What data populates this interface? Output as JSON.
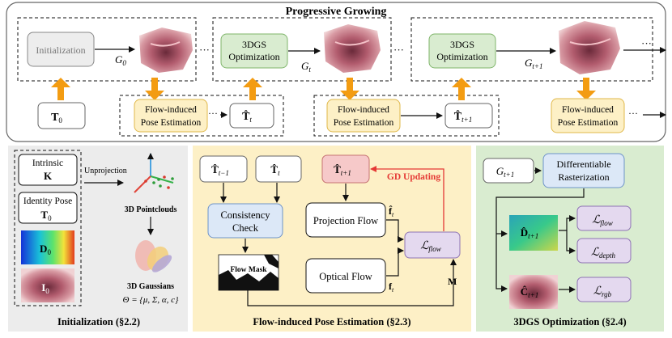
{
  "top": {
    "title": "Progressive Growing",
    "init_label": "Initialization",
    "opt_label_line1": "3DGS",
    "opt_label_line2": "Optimization",
    "flow_line1": "Flow-induced",
    "flow_line2": "Pose Estimation",
    "g0": "G",
    "g0_sub": "0",
    "gt": "G",
    "gt_sub": "t",
    "gt1": "G",
    "gt1_sub": "t+1",
    "t0": "T",
    "t0_sub": "0",
    "tt_hat": "T̂",
    "tt_sub": "t",
    "tt1_hat": "T̂",
    "tt1_sub": "t+1",
    "dots": "···"
  },
  "panels": {
    "init": {
      "caption": "Initialization (§2.2)",
      "intrinsic": "Intrinsic",
      "k": "K",
      "identity": "Identity Pose",
      "t0": "T",
      "t0_sub": "0",
      "d0": "D",
      "d0_sub": "0",
      "i0": "I",
      "i0_sub": "0",
      "unprojection": "Unprojection",
      "pointclouds": "3D Pointclouds",
      "gaussians": "3D Gaussians",
      "theta": "Θ = {μ, Σ, α, c}"
    },
    "flow": {
      "caption": "Flow-induced Pose Estimation (§2.3)",
      "t_prev": "T̂",
      "t_prev_sub": "t−1",
      "t_cur": "T̂",
      "t_cur_sub": "t",
      "t_next": "T̂",
      "t_next_sub": "t+1",
      "gd": "GD Updating",
      "consistency1": "Consistency",
      "consistency2": "Check",
      "proj_flow": "Projection Flow",
      "optical_flow": "Optical Flow",
      "flow_mask": "Flow Mask",
      "f_hat": "f̂",
      "f_hat_sub": "t",
      "f": "f",
      "f_sub": "t",
      "m": "M",
      "loss": "ℒ",
      "loss_sub": "flow"
    },
    "opt": {
      "caption": "3DGS Optimization (§2.4)",
      "g": "G",
      "g_sub": "t+1",
      "diff1": "Differentiable",
      "diff2": "Rasterization",
      "d_hat": "D̂",
      "d_hat_sub": "t+1",
      "c_hat": "Ĉ",
      "c_hat_sub": "t+1",
      "loss": "ℒ",
      "l_flow": "flow",
      "l_depth": "depth",
      "l_rgb": "rgb"
    }
  },
  "colors": {
    "orange": "#f39c12",
    "yellow_fill": "#fdf0c6",
    "yellow_stroke": "#e0b84a",
    "green_fill": "#d9ecd0",
    "green_stroke": "#7fb56a",
    "gray_fill": "#ededed",
    "blue_fill": "#dce8f7",
    "blue_stroke": "#6d93c8",
    "purple_fill": "#e4d9ef",
    "purple_stroke": "#8e74b3",
    "red_fill": "#f6c9c9",
    "red": "#e53935"
  }
}
